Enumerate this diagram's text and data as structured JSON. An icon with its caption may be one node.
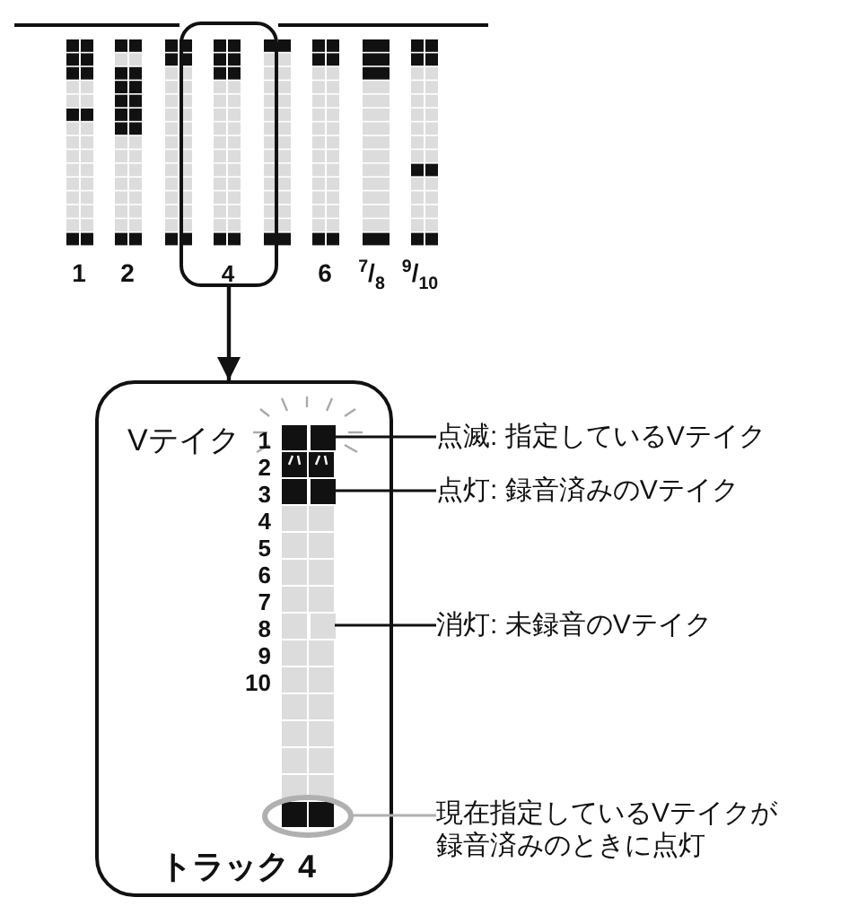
{
  "diagram": {
    "nodes": [
      {
        "text": [
          "4"
        ]
      },
      {
        "text": [
          "Vテイク",
          "トラック 4"
        ]
      },
      {
        "text": [],
        "shape": "box",
        "in": 1
      },
      {
        "text": [],
        "shape": "box",
        "in": 1
      },
      {
        "text": [],
        "shape": "box",
        "in": 1
      },
      {
        "text": [],
        "shape": "ellipse",
        "in": 1
      },
      {
        "text": [
          "点滅: 指定しているVテイク"
        ]
      },
      {
        "text": [
          "点灯: 録音済みのVテイク"
        ]
      },
      {
        "text": [
          "消灯: 未録音のVテイク"
        ]
      },
      {
        "text": [
          "現在指定しているVテイクが録音済みのときに点灯"
        ]
      }
    ],
    "edges": [
      {
        "from": 0,
        "to": 1,
        "arrow": "to"
      },
      {
        "from": 6,
        "to": 2,
        "arrow": "none"
      },
      {
        "from": 7,
        "to": 3,
        "arrow": "none"
      },
      {
        "from": 8,
        "to": 4,
        "arrow": "none"
      },
      {
        "from": 9,
        "to": 5,
        "arrow": "none",
        "color": "#b0b0b0"
      }
    ],
    "labels": [
      "1",
      "2",
      "6",
      "$^{7}$/$_{8}$",
      "$^{9}$/$_{10}$",
      "1",
      "2",
      "3",
      "4",
      "5",
      "6",
      "7",
      "8",
      "9",
      "10"
    ]
  }
}
